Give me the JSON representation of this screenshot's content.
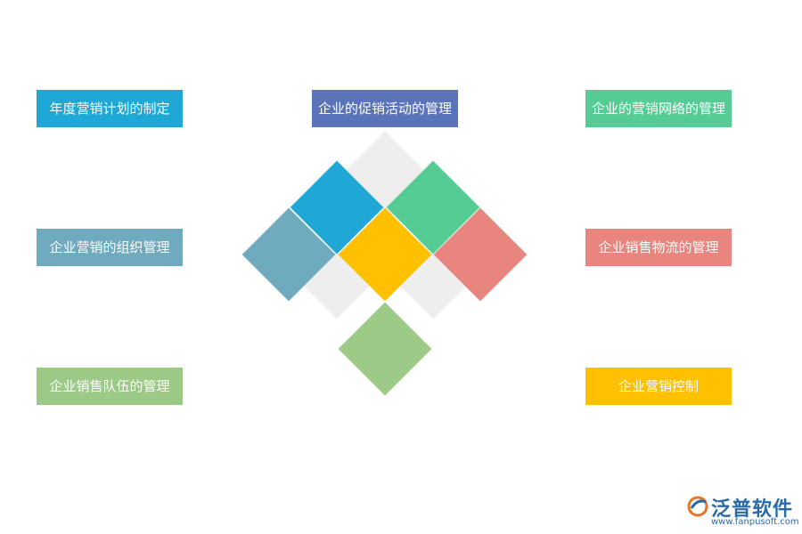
{
  "labels": {
    "annual_plan": "年度营销计划的制定",
    "promotion": "企业的促销活动的管理",
    "network": "企业的营销网络的管理",
    "organization": "企业营销的组织管理",
    "logistics": "企业销售物流的管理",
    "team": "企业销售队伍的管理",
    "control": "企业营销控制"
  },
  "colors": {
    "annual_plan": "#1fa8d6",
    "promotion": "#5b73b8",
    "network": "#56cc95",
    "organization": "#6faabe",
    "logistics": "#e8857e",
    "team": "#9cc985",
    "control": "#ffc000",
    "diamond_gray": "#eeeeee"
  },
  "logo": {
    "name": "泛普软件",
    "url": "www.fanpusoft.com"
  }
}
